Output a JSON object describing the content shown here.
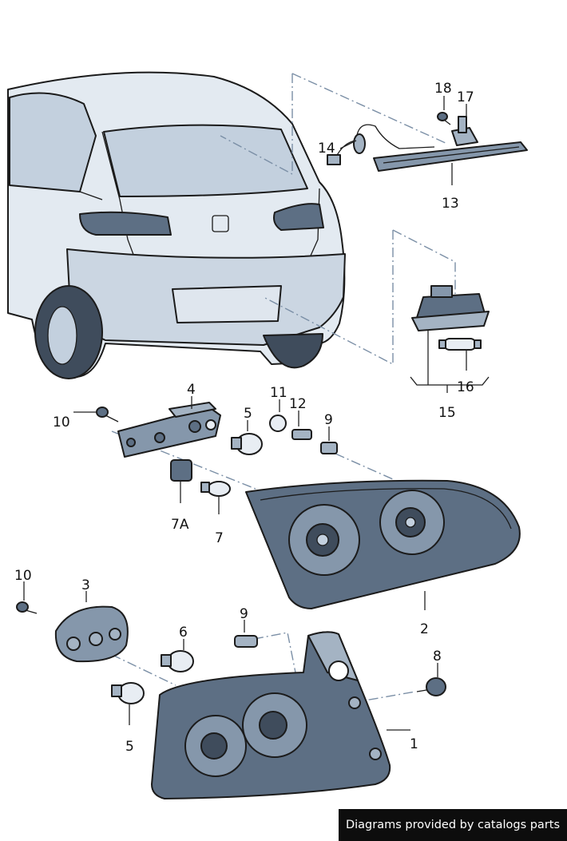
{
  "callouts": {
    "c18": "18",
    "c17": "17",
    "c14": "14",
    "c13": "13",
    "c16": "16",
    "c15": "15",
    "c4": "4",
    "c11": "11",
    "c10a": "10",
    "c5a": "5",
    "c12": "12",
    "c9a": "9",
    "c7a": "7A",
    "c7": "7",
    "c2": "2",
    "c10b": "10",
    "c3": "3",
    "c6": "6",
    "c9b": "9",
    "c8": "8",
    "c1": "1",
    "c5b": "5"
  },
  "footer": {
    "credit": "Diagrams provided by catalogs parts"
  },
  "colors": {
    "body": "#e3eaf1",
    "body_shade": "#cbd6e2",
    "glass": "#c3d0de",
    "lamp_dark": "#5d6f84",
    "lamp_mid": "#8597ab",
    "parts": "#a4b3c3",
    "dashline": "#7b8fa6",
    "credit_bg": "#0d0d0d"
  }
}
